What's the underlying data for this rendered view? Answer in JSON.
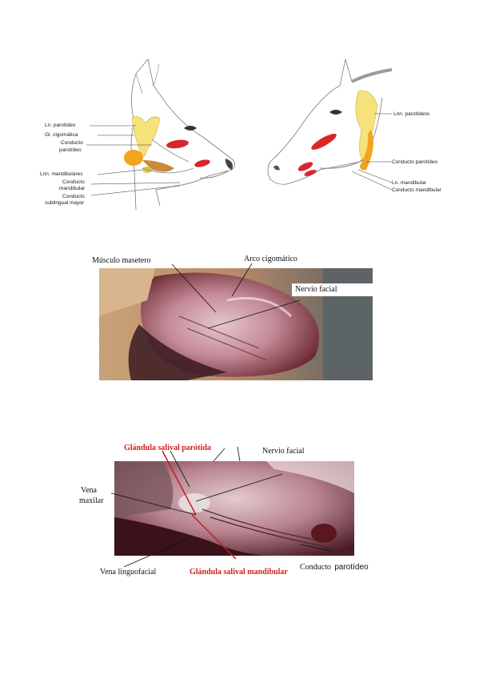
{
  "figure1": {
    "dog_labels": [
      "Ln. parotídeo",
      "Gl. cigomática",
      "Conducto",
      "parotídeo",
      "Lnn. mandibulares",
      "Conducto",
      "mandibular",
      "Conducto",
      "sublingual mayor"
    ],
    "horse_labels": {
      "parotid_nodes": "Lnn. parotídeos",
      "parotid_duct": "Conducto parotídeo",
      "mandibular_node": "Ln. mandibular",
      "mandibular_duct": "Conducto mandibular"
    }
  },
  "figure2": {
    "masseter": "Músculo masetero",
    "zygomatic_arch": "Arco cigomático",
    "facial_nerve": "Nervio facial"
  },
  "figure3": {
    "parotid_gland": "Glándula salival parótida",
    "facial_nerve": "Nervio facial",
    "maxillary_vein_1": "Vena",
    "maxillary_vein_2": "maxilar",
    "linguofacial_vein": "Vena linguofacial",
    "mandibular_gland": "Glándula salival mandibular",
    "parotid_duct_a": "Conducto",
    "parotid_duct_b": "parotídeo"
  },
  "colors": {
    "parotid_yellow": "#f6e27a",
    "mandibular_orange": "#f0a51c",
    "muscle_red": "#d8262a",
    "label_red": "#d32020"
  }
}
